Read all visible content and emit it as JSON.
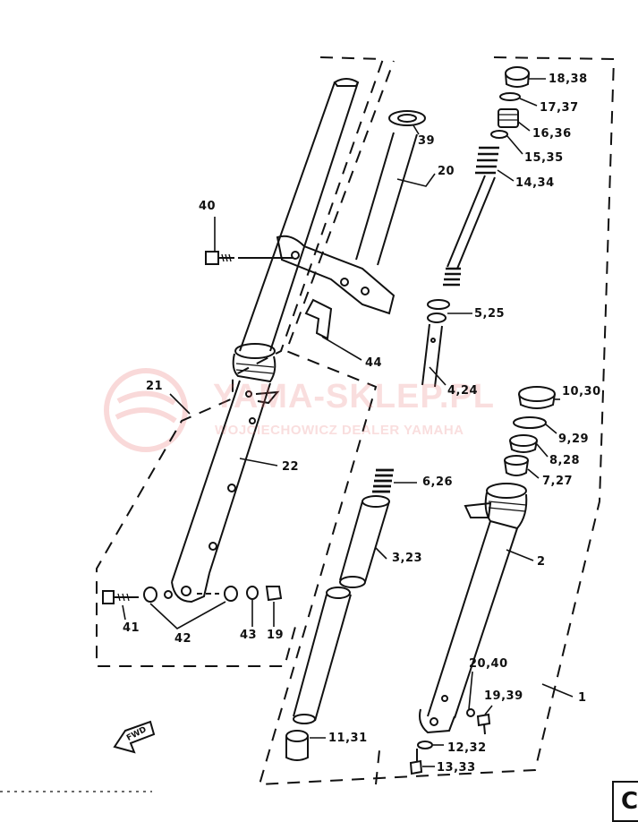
{
  "watermark": {
    "title": "YAMA-SKLEP.PL",
    "subtitle": "WOJCIECHOWICZ DEALER YAMAHA"
  },
  "fwd_label": "FWD",
  "corner_letter": "C",
  "callouts": [
    {
      "id": "18-38",
      "text": "18,38"
    },
    {
      "id": "17-37",
      "text": "17,37"
    },
    {
      "id": "16-36",
      "text": "16,36"
    },
    {
      "id": "15-35",
      "text": "15,35"
    },
    {
      "id": "14-34",
      "text": "14,34"
    },
    {
      "id": "39-top",
      "text": "39"
    },
    {
      "id": "20",
      "text": "20"
    },
    {
      "id": "40",
      "text": "40"
    },
    {
      "id": "5-25",
      "text": "5,25"
    },
    {
      "id": "44",
      "text": "44"
    },
    {
      "id": "4-24",
      "text": "4,24"
    },
    {
      "id": "21",
      "text": "21"
    },
    {
      "id": "10-30",
      "text": "10,30"
    },
    {
      "id": "9-29",
      "text": "9,29"
    },
    {
      "id": "8-28",
      "text": "8,28"
    },
    {
      "id": "22",
      "text": "22"
    },
    {
      "id": "7-27",
      "text": "7,27"
    },
    {
      "id": "6-26",
      "text": "6,26"
    },
    {
      "id": "3-23",
      "text": "3,23"
    },
    {
      "id": "2",
      "text": "2"
    },
    {
      "id": "41",
      "text": "41"
    },
    {
      "id": "42",
      "text": "42"
    },
    {
      "id": "43",
      "text": "43"
    },
    {
      "id": "19-left",
      "text": "19"
    },
    {
      "id": "20-40",
      "text": "20,40"
    },
    {
      "id": "19-39",
      "text": "19,39"
    },
    {
      "id": "1",
      "text": "1"
    },
    {
      "id": "11-31",
      "text": "11,31"
    },
    {
      "id": "12-32",
      "text": "12,32"
    },
    {
      "id": "13-33",
      "text": "13,33"
    }
  ]
}
